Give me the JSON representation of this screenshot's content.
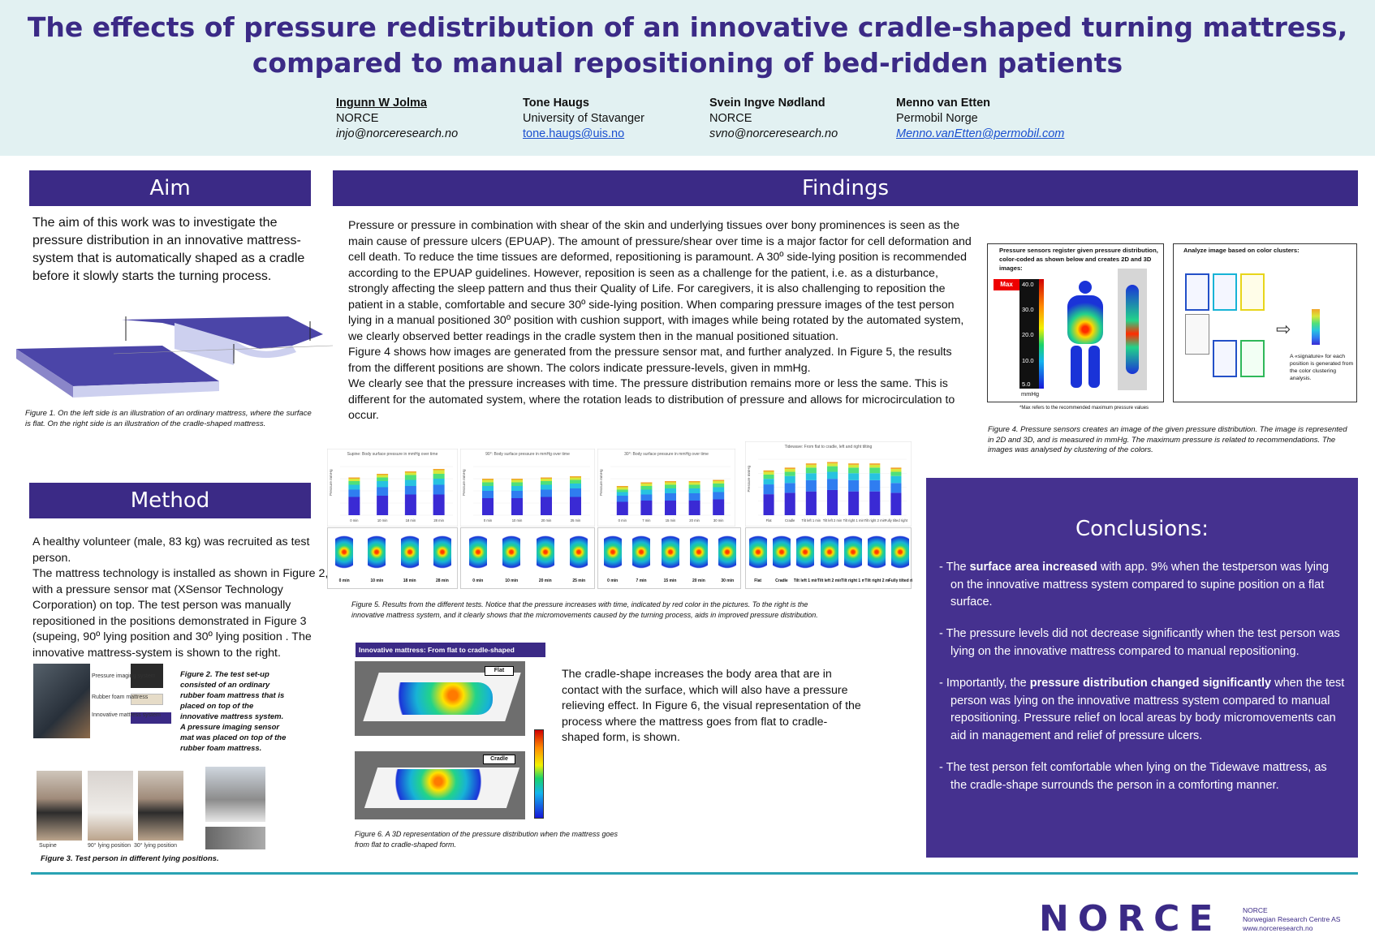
{
  "header": {
    "title_line1": "The effects of pressure redistribution of an innovative cradle-shaped turning mattress,",
    "title_line2": "compared to manual repositioning of bed-ridden patients",
    "authors": [
      {
        "name": "Ingunn W Jolma",
        "affiliation": "NORCE",
        "email": "injo@norceresearch.no"
      },
      {
        "name": "Tone Haugs",
        "affiliation": "University of Stavanger",
        "email": "tone.haugs@uis.no"
      },
      {
        "name": "Svein Ingve Nødland",
        "affiliation": "NORCE",
        "email": "svno@norceresearch.no"
      },
      {
        "name": "Menno van Etten",
        "affiliation": "Permobil Norge",
        "email": "Menno.vanEtten@permobil.com"
      }
    ]
  },
  "aim": {
    "heading": "Aim",
    "text": "The aim of this work was to investigate the pressure distribution in an innovative mattress-system that is automatically shaped as a cradle before it slowly starts the turning process.",
    "figure1_caption": "Figure 1. On the left side is an illustration of an ordinary mattress, where the surface is flat. On the right side is an illustration of the cradle-shaped mattress."
  },
  "method": {
    "heading": "Method",
    "text": "A healthy volunteer (male, 83 kg) was recruited as test person.\nThe mattress technology is installed as shown in Figure 2, with a pressure sensor mat (XSensor Technology Corporation) on top. The test person was manually repositioned in the positions demonstrated in Figure 3 (supeing, 90º lying position and 30º lying position . The innovative mattress-system is shown to the right.",
    "figure2_caption": "Figure 2. The test set-up consisted of an ordinary rubber foam mattress that is placed on top of the innovative mattress system. A pressure imaging sensor mat was placed on top of the rubber foam mattress.",
    "figure2_labels": [
      "Pressure imaging system",
      "Rubber foam mattress",
      "Innovative mattress system"
    ],
    "figure3_labels": [
      "Supine",
      "90° lying position",
      "30° lying position"
    ],
    "figure3_caption": "Figure 3. Test person in different lying positions."
  },
  "findings": {
    "heading": "Findings",
    "text": "Pressure or pressure in combination with shear of the skin and underlying tissues over bony prominences is seen as the main cause of pressure ulcers (EPUAP). The amount of pressure/shear over time is a major factor for cell deformation and cell death. To reduce the time tissues are deformed, repositioning is paramount. A 30º side-lying position is recommended according to the EPUAP guidelines. However, reposition is seen as a challenge for the patient, i.e. as a disturbance, strongly affecting the sleep pattern and thus their Quality of Life. For caregivers, it is also challenging to reposition the patient in a stable, comfortable and secure 30º side-lying position. When comparing pressure images of the test person lying in a manual positioned 30º position with cushion support, with images while being rotated by the automated system, we clearly observed better readings in the cradle system then in the manual positioned situation.\nFigure 4 shows how images are generated from the pressure sensor mat, and further analyzed. In Figure 5, the results from the different positions are shown. The colors indicate pressure-levels, given in mmHg.\nWe clearly see that the pressure increases with time. The pressure distribution remains more or less the same. This is different for the automated system, where the rotation leads to distribution of pressure and allows for microcirculation to occur.",
    "figure4": {
      "left_text": "Pressure sensors register given pressure distribution, color-coded as shown below and creates 2D and 3D images:",
      "scale_max": "Max",
      "scale_values": [
        "40.0",
        "30.0",
        "20.0",
        "10.0",
        "5.0"
      ],
      "scale_unit": "mmHg",
      "footnote": "*Max refers to the recommended maximum pressure values",
      "right_title": "Analyze image based on color clusters:",
      "right_note": "A «signature» for each position is generated from the color clustering analysis.",
      "caption": "Figure 4. Pressure sensors creates an image of the given pressure distribution. The image is represented in 2D and 3D, and is measured in mmHg. The maximum pressure is related to recommendations. The images was analysed by clustering of the colors."
    },
    "figure5": {
      "caption": "Figure 5. Results from the different tests. Notice that the pressure increases with time, indicated by red color in the pictures. To the right is the innovative mattress system, and it clearly shows that the micromovements caused by the turning process, aids in improved pressure distribution.",
      "time_labels": [
        [
          "0 min",
          "10 min",
          "18 min",
          "28 min"
        ],
        [
          "0 min",
          "10 min",
          "20 min",
          "25 min"
        ],
        [
          "0 min",
          "7 min",
          "15 min",
          "20 min",
          "30 min"
        ],
        [
          "Flat",
          "Cradle",
          "Tilt left 1 min",
          "Tilt left 2 min",
          "Tilt right 1 min",
          "Tilt right 2 min",
          "Fully tilted right"
        ]
      ]
    },
    "figure6": {
      "banner": "Innovative mattress: From flat to cradle-shaped",
      "label_flat": "Flat",
      "label_cradle": "Cradle",
      "caption": "Figure 6. A 3D representation of the pressure distribution when the mattress goes from flat to cradle-shaped form."
    },
    "cradle_text": "The cradle-shape increases the body area that are in contact with the surface, which will also have a pressure relieving effect. In Figure 6, the visual representation of the process where the mattress goes from flat to cradle-shaped form, is shown."
  },
  "chart_data": [
    {
      "type": "bar",
      "title": "Supine: Body surface pressure in mmHg over time",
      "categories": [
        "0 min",
        "10 min",
        "18 min",
        "28 min"
      ],
      "ylabel": "Pressure mmHg",
      "ylim": [
        0,
        40
      ],
      "series": [
        {
          "values": [
            15,
            16,
            17,
            17
          ]
        },
        {
          "values": [
            6,
            7,
            7,
            8
          ]
        },
        {
          "values": [
            4,
            5,
            5,
            5
          ]
        },
        {
          "values": [
            3,
            3,
            4,
            4
          ]
        },
        {
          "values": [
            2,
            2,
            2,
            3
          ]
        },
        {
          "values": [
            1,
            1,
            1,
            1
          ]
        }
      ]
    },
    {
      "type": "bar",
      "title": "90°: Body surface pressure in mmHg over time",
      "categories": [
        "0 min",
        "10 min",
        "20 min",
        "25 min"
      ],
      "ylabel": "Pressure mmHg",
      "ylim": [
        0,
        40
      ],
      "series": [
        {
          "values": [
            14,
            14,
            15,
            15
          ]
        },
        {
          "values": [
            6,
            6,
            6,
            7
          ]
        },
        {
          "values": [
            4,
            4,
            4,
            4
          ]
        },
        {
          "values": [
            3,
            3,
            3,
            3
          ]
        },
        {
          "values": [
            2,
            2,
            2,
            2
          ]
        },
        {
          "values": [
            1,
            1,
            1,
            1
          ]
        }
      ]
    },
    {
      "type": "bar",
      "title": "30°: Body surface pressure in mmHg over time",
      "categories": [
        "0 min",
        "7 min",
        "15 min",
        "20 min",
        "30 min"
      ],
      "ylabel": "Pressure mmHg",
      "ylim": [
        0,
        40
      ],
      "series": [
        {
          "values": [
            11,
            12,
            12,
            12,
            13
          ]
        },
        {
          "values": [
            5,
            5,
            6,
            6,
            6
          ]
        },
        {
          "values": [
            3,
            4,
            4,
            4,
            4
          ]
        },
        {
          "values": [
            2,
            3,
            3,
            3,
            3
          ]
        },
        {
          "values": [
            2,
            2,
            2,
            2,
            2
          ]
        },
        {
          "values": [
            1,
            1,
            1,
            1,
            1
          ]
        }
      ]
    },
    {
      "type": "bar",
      "title": "Tidewave: From flat to cradle, left and right tilting",
      "categories": [
        "Flat",
        "Cradle",
        "Tilt left 1 min",
        "Tilt left 2 min",
        "Tilt right 1 min",
        "Tilt right 2 min",
        "Fully tilted right"
      ],
      "ylabel": "Pressure mmHg",
      "ylim": [
        0,
        40
      ],
      "series": [
        {
          "values": [
            15,
            16,
            17,
            18,
            17,
            17,
            16
          ]
        },
        {
          "values": [
            7,
            7,
            8,
            8,
            8,
            8,
            7
          ]
        },
        {
          "values": [
            4,
            5,
            5,
            5,
            5,
            5,
            5
          ]
        },
        {
          "values": [
            3,
            3,
            4,
            4,
            4,
            4,
            3
          ]
        },
        {
          "values": [
            2,
            2,
            2,
            2,
            2,
            2,
            2
          ]
        },
        {
          "values": [
            1,
            1,
            1,
            1,
            1,
            1,
            1
          ]
        }
      ]
    }
  ],
  "chart_colors": [
    "#3a2ad4",
    "#2f7df0",
    "#27c3e0",
    "#4fe07a",
    "#d7e83a",
    "#f2a42a"
  ],
  "conclusions": {
    "heading": "Conclusions:",
    "items": [
      {
        "pre": "- The ",
        "bold": "surface area increased",
        "post": " with app. 9% when the testperson was lying on the innovative mattress system compared to supine position on a flat surface."
      },
      {
        "pre": "- The pressure levels did not decrease significantly when the test person was lying on the innovative mattress compared to manual repositioning.",
        "bold": "",
        "post": ""
      },
      {
        "pre": "- Importantly, the ",
        "bold": "pressure distribution changed significantly",
        "post": " when the test person was lying on the innovative mattress system compared to manual repositioning. Pressure relief on local areas by body micromovements can aid in management and relief of pressure ulcers."
      },
      {
        "pre": "- The test person felt comfortable when lying on the Tidewave mattress, as the cradle-shape surrounds the  person in a comforting manner.",
        "bold": "",
        "post": ""
      }
    ]
  },
  "footer": {
    "logo": "NORCE",
    "org_lines": [
      "NORCE",
      "Norwegian Research Centre AS",
      "www.norceresearch.no"
    ]
  }
}
